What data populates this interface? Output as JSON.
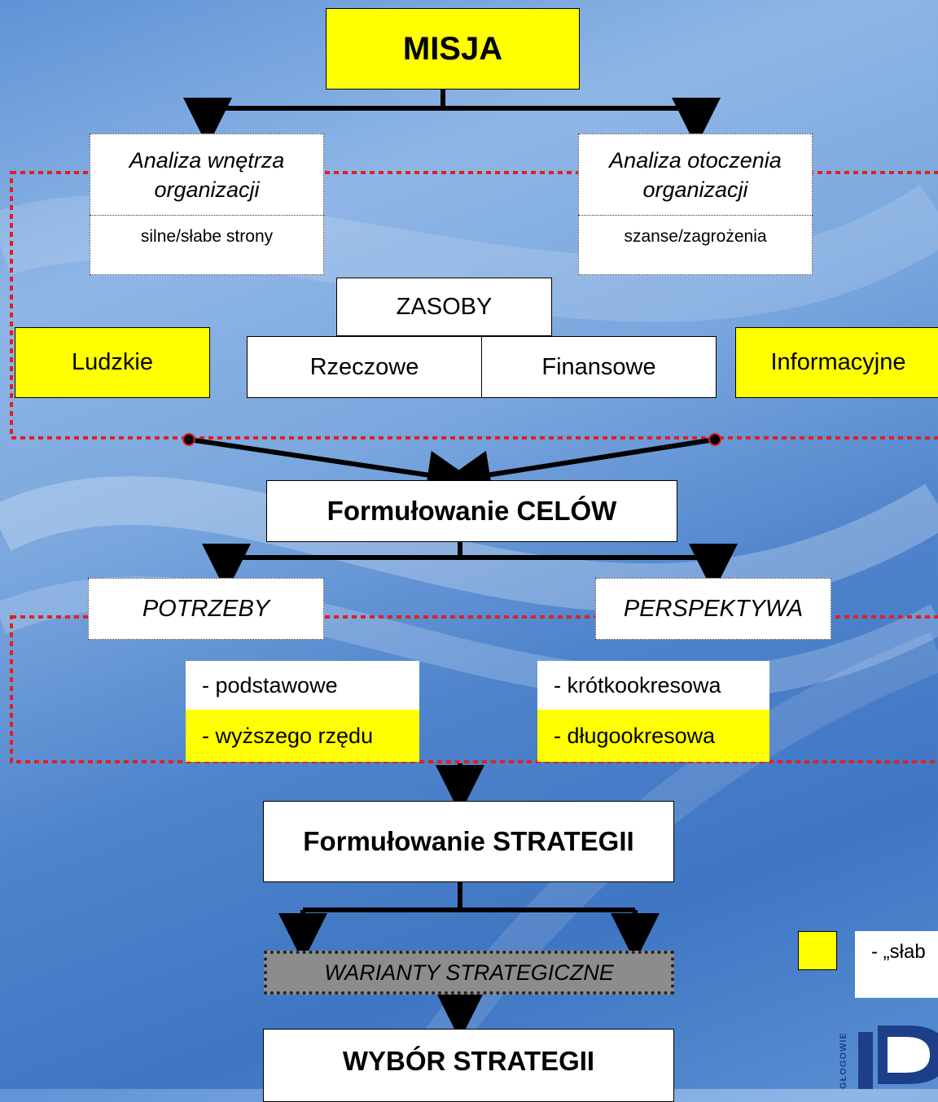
{
  "mission": "MISJA",
  "internal": {
    "title_line1": "Analiza wnętrza",
    "title_line2": "organizacji",
    "sub": "silne/słabe strony"
  },
  "external": {
    "title_line1": "Analiza otoczenia",
    "title_line2": "organizacji",
    "sub": "szanse/zagrożenia"
  },
  "resources": {
    "header": "ZASOBY",
    "human": "Ludzkie",
    "material": "Rzeczowe",
    "financial": "Finansowe",
    "information": "Informacyjne"
  },
  "goals": "Formułowanie CELÓW",
  "needs": {
    "title": "POTRZEBY",
    "items": [
      "- podstawowe",
      "- wyższego rzędu"
    ]
  },
  "perspective": {
    "title": "PERSPEKTYWA",
    "items": [
      "- krótkookresowa",
      "- długookresowa"
    ]
  },
  "strategy": "Formułowanie STRATEGII",
  "variants": "WARIANTY STRATEGICZNE",
  "choice": "WYBÓR STRATEGII",
  "legend": {
    "text": "- „słab"
  },
  "logo": {
    "text": "GŁOGOWIE"
  },
  "colors": {
    "highlight": "#ffff00",
    "dotted_frame": "#e02020",
    "variants_fill": "#8c8c8c"
  }
}
